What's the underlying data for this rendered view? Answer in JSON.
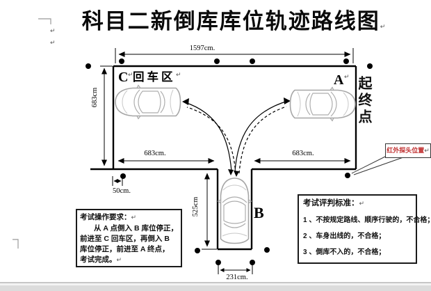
{
  "title": "科目二新倒库库位轨迹路线图",
  "marks": {
    "pilcrow": "↵"
  },
  "course": {
    "label_a": "A",
    "label_b": "B",
    "label_c": "C",
    "area_c_name": "回车区",
    "start_end_point": "起终点",
    "sensor_callout": "红外探头位置"
  },
  "dimensions": {
    "top_width": "1597cm.",
    "left_height": "683cm",
    "bottom_left_width": "683cm.",
    "bottom_right_width": "683cm.",
    "sensor_offset": "50cm.",
    "slot_width": "231cm.",
    "slot_depth": "525cm"
  },
  "operation_box": {
    "heading": "考试操作要求：",
    "lines": [
      "从 A 点倒入 B 库位停正，",
      "前进至 C 回车区，再倒入 B",
      "库位停正，前进至 A 终点，",
      "考试完成。"
    ]
  },
  "criteria_box": {
    "heading": "考试评判标准：",
    "items": [
      "1 、不按规定路线、顺序行驶的，不合格；",
      "2 、车身出线的，不合格；",
      "3 、倒库不入的，不合格；"
    ]
  },
  "colors": {
    "line": "#000000",
    "callout_text": "#c03030",
    "car_outline": "#a6a6a6",
    "status_bar_gray": "#dcdcdc"
  }
}
